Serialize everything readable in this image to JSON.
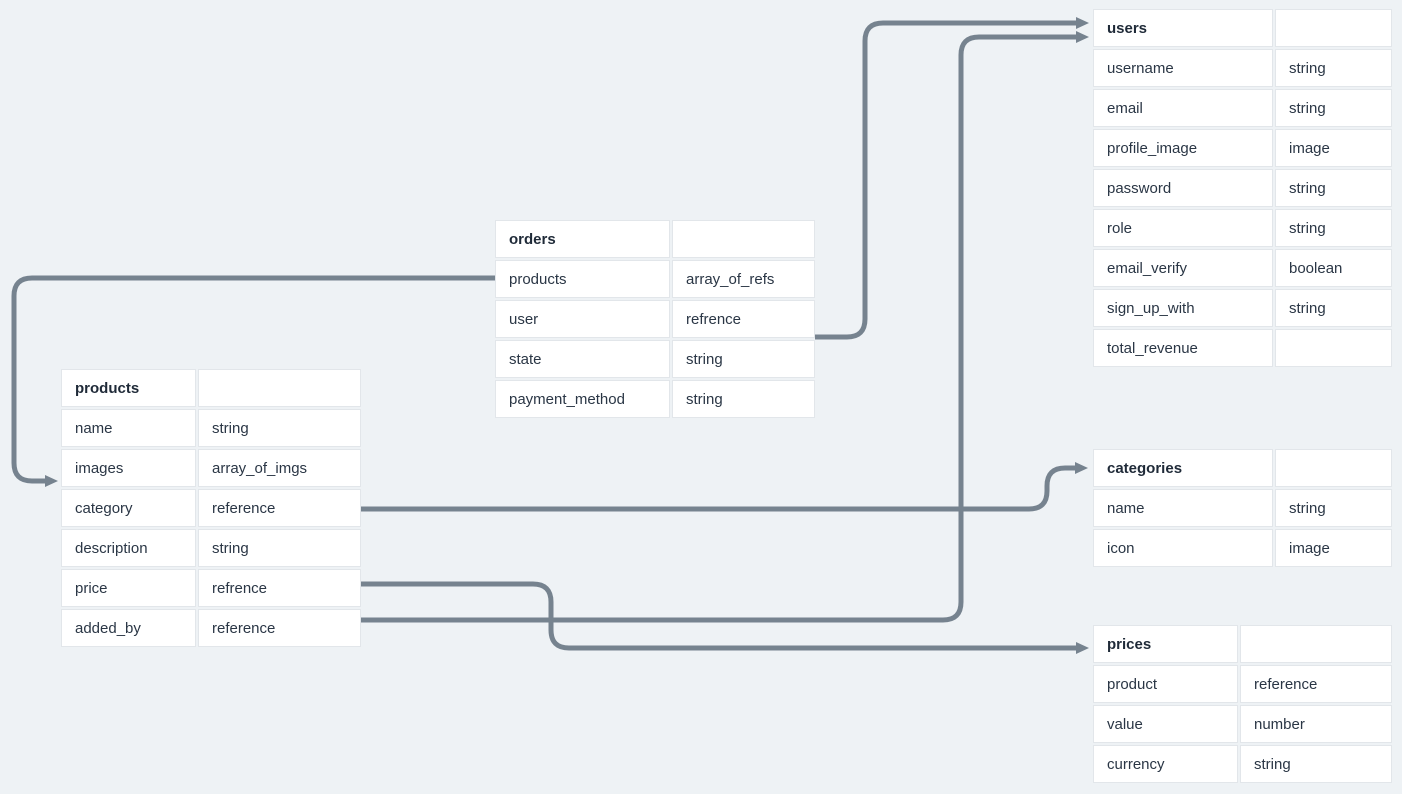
{
  "canvas": {
    "background": "#eef2f5"
  },
  "colors": {
    "connector": "#76838f",
    "cell_background": "#ffffff",
    "cell_border": "#e2e6ea",
    "text": "#2a3645"
  },
  "tables": [
    {
      "id": "users",
      "title": "users",
      "rows": [
        {
          "field": "username",
          "type": "string"
        },
        {
          "field": "email",
          "type": "string"
        },
        {
          "field": "profile_image",
          "type": "image"
        },
        {
          "field": "password",
          "type": "string"
        },
        {
          "field": "role",
          "type": "string"
        },
        {
          "field": "email_verify",
          "type": "boolean"
        },
        {
          "field": "sign_up_with",
          "type": "string"
        },
        {
          "field": "total_revenue",
          "type": ""
        }
      ]
    },
    {
      "id": "orders",
      "title": "orders",
      "rows": [
        {
          "field": "products",
          "type": "array_of_refs"
        },
        {
          "field": "user",
          "type": "refrence"
        },
        {
          "field": "state",
          "type": "string"
        },
        {
          "field": "payment_method",
          "type": "string"
        }
      ]
    },
    {
      "id": "products",
      "title": "products",
      "rows": [
        {
          "field": "name",
          "type": "string"
        },
        {
          "field": "images",
          "type": "array_of_imgs"
        },
        {
          "field": "category",
          "type": "reference"
        },
        {
          "field": "description",
          "type": "string"
        },
        {
          "field": "price",
          "type": "refrence"
        },
        {
          "field": "added_by",
          "type": "reference"
        }
      ]
    },
    {
      "id": "categories",
      "title": "categories",
      "rows": [
        {
          "field": "name",
          "type": "string"
        },
        {
          "field": "icon",
          "type": "image"
        }
      ]
    },
    {
      "id": "prices",
      "title": "prices",
      "rows": [
        {
          "field": "product",
          "type": "reference"
        },
        {
          "field": "value",
          "type": "number"
        },
        {
          "field": "currency",
          "type": "string"
        }
      ]
    }
  ],
  "connections": [
    {
      "from": "orders.products",
      "to": "products"
    },
    {
      "from": "orders.user",
      "to": "users"
    },
    {
      "from": "products.category",
      "to": "categories"
    },
    {
      "from": "products.price",
      "to": "prices"
    },
    {
      "from": "products.added_by",
      "to": "users"
    }
  ]
}
